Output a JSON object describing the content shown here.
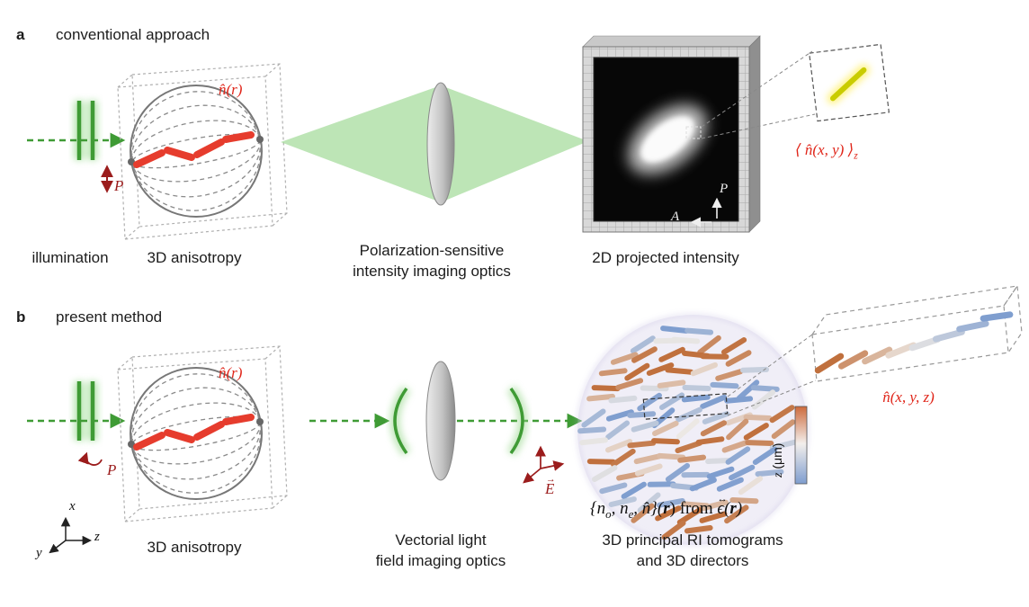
{
  "colors": {
    "beam_green": "#3f9b35",
    "director_red": "#e63c2d",
    "polarization_dark_red": "#9b1c1c",
    "rod_orange": "#c0703d",
    "rod_blue": "#7f9ecf",
    "highlight_yellow": "#c9cc00"
  },
  "panel_a": {
    "tag": "a",
    "title": "conventional approach",
    "illumination_caption": "illumination",
    "polarization_label": "P",
    "director_field_label": "n̂(r)",
    "anisotropy_caption": "3D anisotropy",
    "optics_caption_line1": "Polarization-sensitive",
    "optics_caption_line2": "intensity imaging optics",
    "detector_caption": "2D projected intensity",
    "detector_polarizer_label": "P",
    "detector_analyzer_label": "A",
    "inset_label_main": "⟨ n̂(x, y) ⟩",
    "inset_label_sub": "z"
  },
  "panel_b": {
    "tag": "b",
    "title": "present method",
    "polarization_label": "P",
    "director_field_label": "n̂(r)",
    "anisotropy_caption": "3D anisotropy",
    "axes": {
      "x": "x",
      "y": "y",
      "z": "z"
    },
    "optics_caption_line1": "Vectorial light",
    "optics_caption_line2": "field imaging optics",
    "e_field_label": "E",
    "e_field_arrow": "→",
    "result_caption_line1": "3D principal RI tomograms",
    "result_caption_line2": "and 3D directors",
    "colorbar_variable": "z",
    "colorbar_unit": " (μm)",
    "inset_label": "n̂(x, y, z)",
    "formula": {
      "p1": "{n",
      "sub_o": "o",
      "p2": ", n",
      "sub_e": "e",
      "p3": ", n̂}(",
      "r1": "r",
      "p4": ") from ",
      "epsilon": "ϵ",
      "epsilon_arrow": "↔",
      "p5": "(",
      "r2": "r",
      "p6": ")"
    }
  }
}
